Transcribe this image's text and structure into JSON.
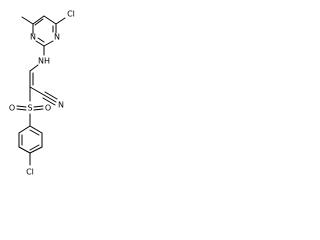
{
  "molecule": {
    "atom_labels": {
      "cl_top": "Cl",
      "n_ring_upper": "N",
      "n_ring_lower": "N",
      "nh": "NH",
      "n_nitrile": "N",
      "s": "S",
      "o_left": "O",
      "o_right": "O",
      "cl_bottom": "Cl"
    },
    "colors": {
      "bond": "#000000",
      "label": "#000000",
      "background": "#ffffff"
    }
  }
}
